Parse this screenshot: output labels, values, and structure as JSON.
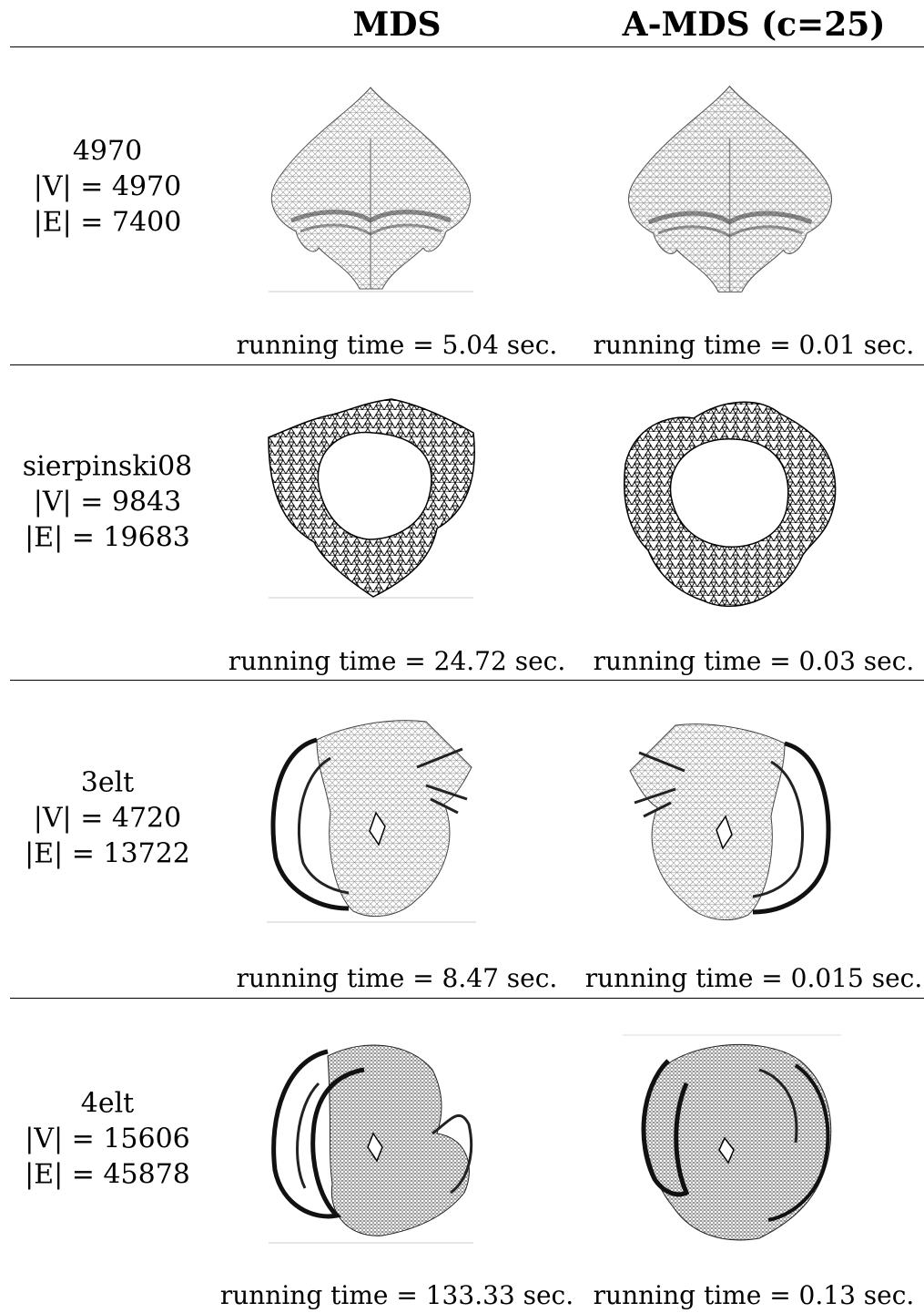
{
  "headers": {
    "col1": "MDS",
    "col2": "A-MDS (c=25)"
  },
  "rows": [
    {
      "name": "4970",
      "v": "|V| = 4970",
      "e": "|E| = 7400",
      "mds_time": "running time = 5.04 sec.",
      "amds_time": "running time = 0.01 sec."
    },
    {
      "name": "sierpinski08",
      "v": "|V| = 9843",
      "e": "|E| = 19683",
      "mds_time": "running time = 24.72 sec.",
      "amds_time": "running time = 0.03 sec."
    },
    {
      "name": "3elt",
      "v": "|V| = 4720",
      "e": "|E| = 13722",
      "mds_time": "running time = 8.47 sec.",
      "amds_time": "running time = 0.015 sec."
    },
    {
      "name": "4elt",
      "v": "|V| = 15606",
      "e": "|E| = 45878",
      "mds_time": "running time = 133.33 sec.",
      "amds_time": "running time = 0.13 sec."
    }
  ]
}
